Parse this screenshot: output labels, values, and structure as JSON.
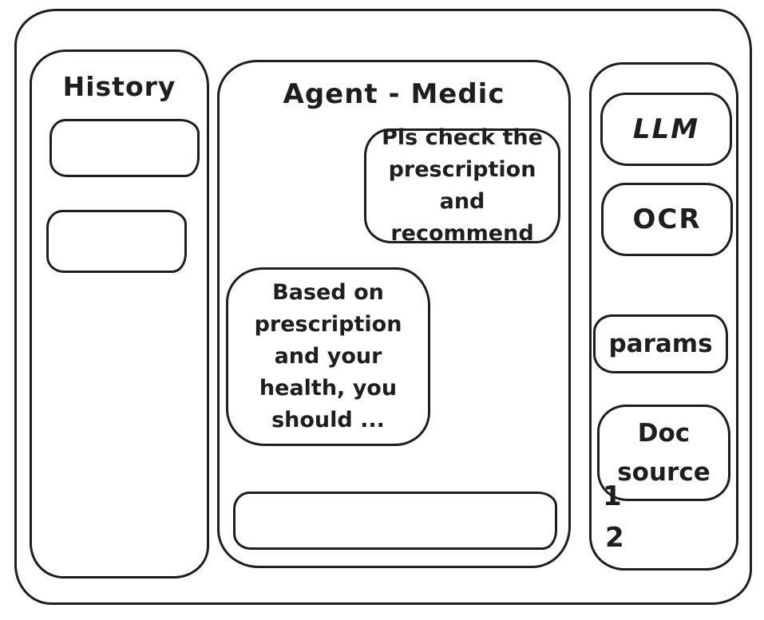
{
  "history_panel": {
    "title": "History"
  },
  "chat_panel": {
    "title": "Agent - Medic",
    "messages": {
      "user": {
        "role": "user",
        "align": "right",
        "text": "Pls check the\nprescription\nand recommend"
      },
      "assistant": {
        "role": "assistant",
        "align": "left",
        "text": "Based on\nprescription\nand your\nhealth, you\nshould ..."
      }
    },
    "input": {
      "value": "",
      "placeholder": ""
    }
  },
  "tools_panel": {
    "buttons": [
      {
        "label": "LLM"
      },
      {
        "label": "OCR"
      },
      {
        "label": "params"
      },
      {
        "label": "Doc\nsource"
      }
    ],
    "notes": [
      "1",
      "2"
    ]
  },
  "colors": {
    "stroke": "#1e1e1e",
    "background": "#ffffff"
  }
}
